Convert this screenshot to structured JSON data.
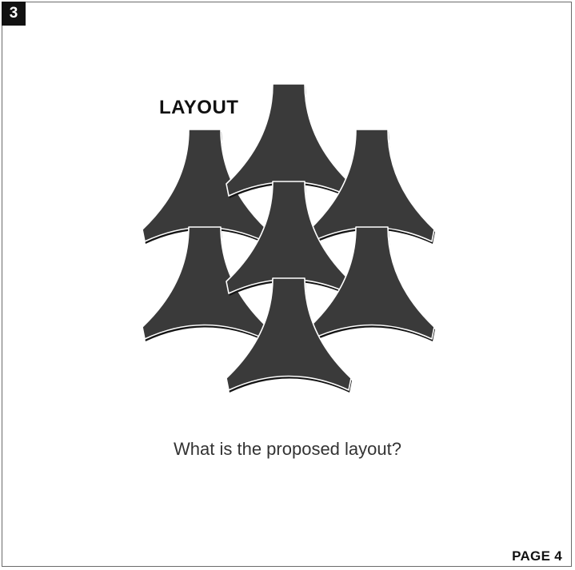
{
  "badge": {
    "number": "3"
  },
  "heading": "LAYOUT",
  "question": "What is the proposed layout?",
  "footer": {
    "page_label": "PAGE 4"
  },
  "colors": {
    "tile_fill": "#3a3a3a",
    "tile_outline": "#ffffff",
    "tile_shadow": "#151515",
    "frame_border": "#6a6a6a",
    "badge_bg": "#111111"
  },
  "tiles": {
    "shape": "three-lobed-tile",
    "count": 7
  }
}
